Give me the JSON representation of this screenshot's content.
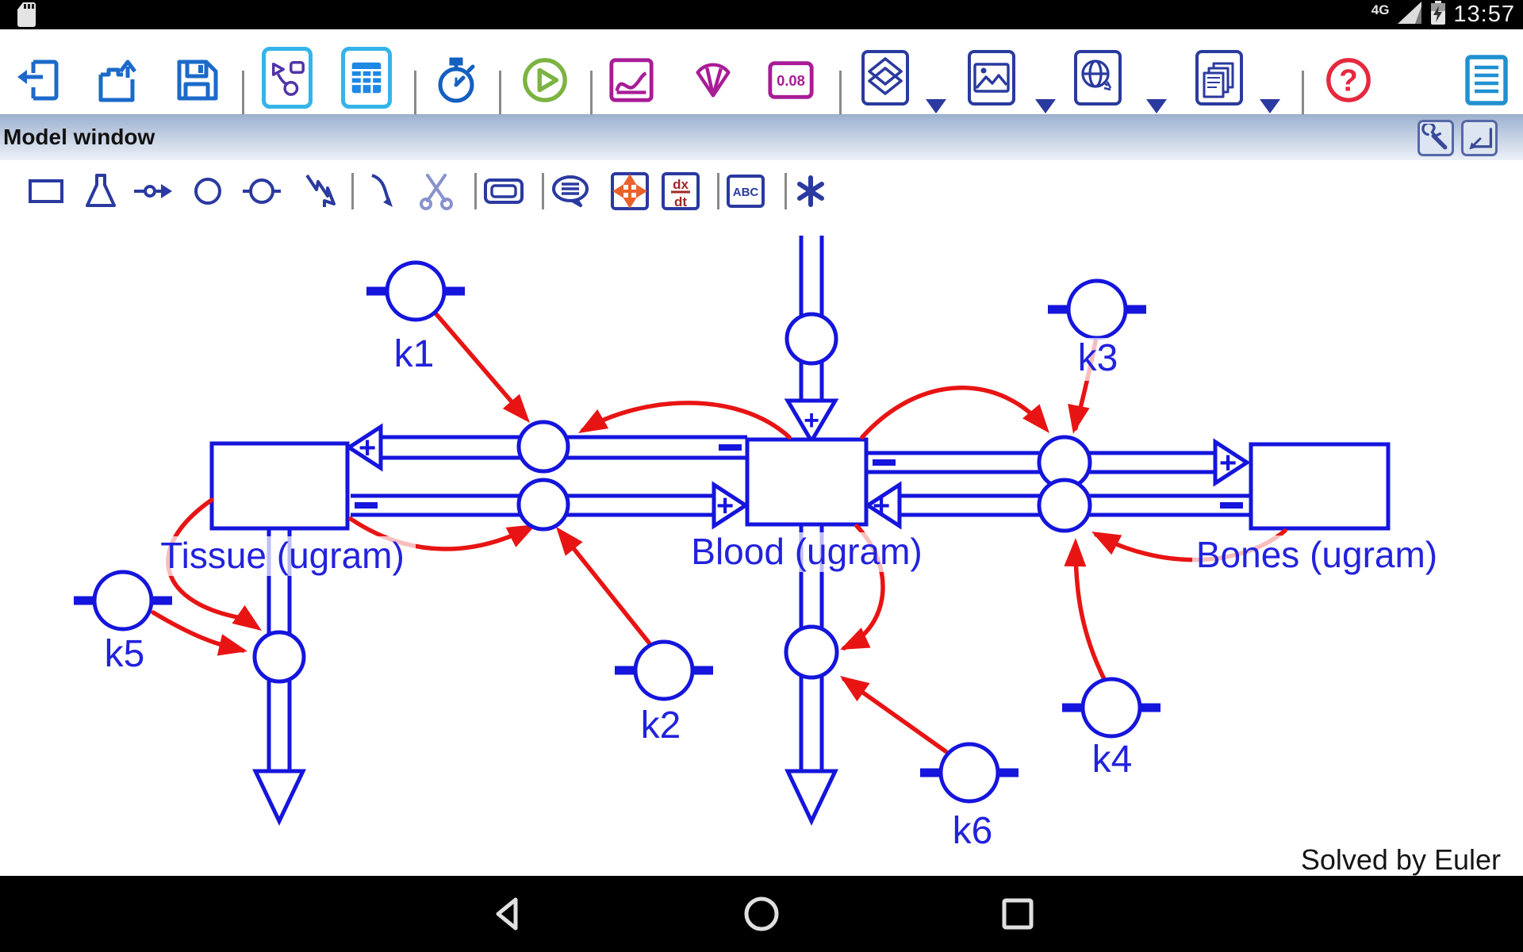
{
  "status_bar": {
    "time": "13:57",
    "network": "4G",
    "icons": [
      "sd-card-icon",
      "signal-icon",
      "battery-charging-icon"
    ]
  },
  "toolbar": {
    "value_display": "0.08",
    "help_glyph": "?",
    "icons": [
      "exit",
      "open-project",
      "save",
      "model-view",
      "table-view",
      "stopwatch",
      "run",
      "chart",
      "gauge",
      "number-display",
      "layers",
      "image-export",
      "web-share",
      "documents",
      "help",
      "report"
    ]
  },
  "model_bar": {
    "title": "Model window",
    "buttons": [
      "settings-wrench",
      "resize-corner"
    ]
  },
  "draw_toolbar": {
    "abc": "ABC",
    "dx": "dx",
    "dt": "dt",
    "tools": [
      "stock-rect",
      "flask",
      "flow",
      "circle",
      "converter",
      "lightning-select",
      "link",
      "scissors",
      "button-frame",
      "comment-bubble",
      "move",
      "derivative",
      "text",
      "asterisk"
    ]
  },
  "diagram": {
    "stocks": [
      {
        "id": "tissue",
        "label": "Tissue (ugram)"
      },
      {
        "id": "blood",
        "label": "Blood (ugram)"
      },
      {
        "id": "bones",
        "label": "Bones (ugram)"
      }
    ],
    "parameters": [
      {
        "id": "k1",
        "label": "k1"
      },
      {
        "id": "k2",
        "label": "k2"
      },
      {
        "id": "k3",
        "label": "k3"
      },
      {
        "id": "k4",
        "label": "k4"
      },
      {
        "id": "k5",
        "label": "k5"
      },
      {
        "id": "k6",
        "label": "k6"
      }
    ],
    "signs": {
      "plus": "+",
      "minus": "−"
    },
    "flows": [
      {
        "name": "blood-to-tissue",
        "from": "blood",
        "to": "tissue",
        "sign_at_tissue": "+",
        "sign_at_blood": "−",
        "controlled_by": [
          "k1",
          "blood"
        ]
      },
      {
        "name": "tissue-to-blood",
        "from": "tissue",
        "to": "blood",
        "sign_at_tissue": "−",
        "sign_at_blood": "+",
        "controlled_by": [
          "k2",
          "tissue"
        ]
      },
      {
        "name": "blood-to-bones",
        "from": "blood",
        "to": "bones",
        "sign_at_blood": "−",
        "sign_at_bones": "+",
        "controlled_by": [
          "k3",
          "blood"
        ]
      },
      {
        "name": "bones-to-blood",
        "from": "bones",
        "to": "blood",
        "sign_at_bones": "−",
        "sign_at_blood": "+",
        "controlled_by": [
          "k4",
          "bones"
        ]
      },
      {
        "name": "inflow-to-blood",
        "to": "blood",
        "sign_at_blood": "+",
        "controlled_by": []
      },
      {
        "name": "tissue-outflow",
        "from": "tissue",
        "controlled_by": [
          "k5",
          "tissue"
        ]
      },
      {
        "name": "blood-outflow",
        "from": "blood",
        "controlled_by": [
          "k6",
          "blood"
        ]
      }
    ],
    "solver_note": "Solved by Euler",
    "colors": {
      "element": "#1515dd",
      "connector": "#e81414",
      "label": "#2222dd"
    }
  },
  "nav_bar": {
    "buttons": [
      "back",
      "home",
      "recents"
    ]
  }
}
